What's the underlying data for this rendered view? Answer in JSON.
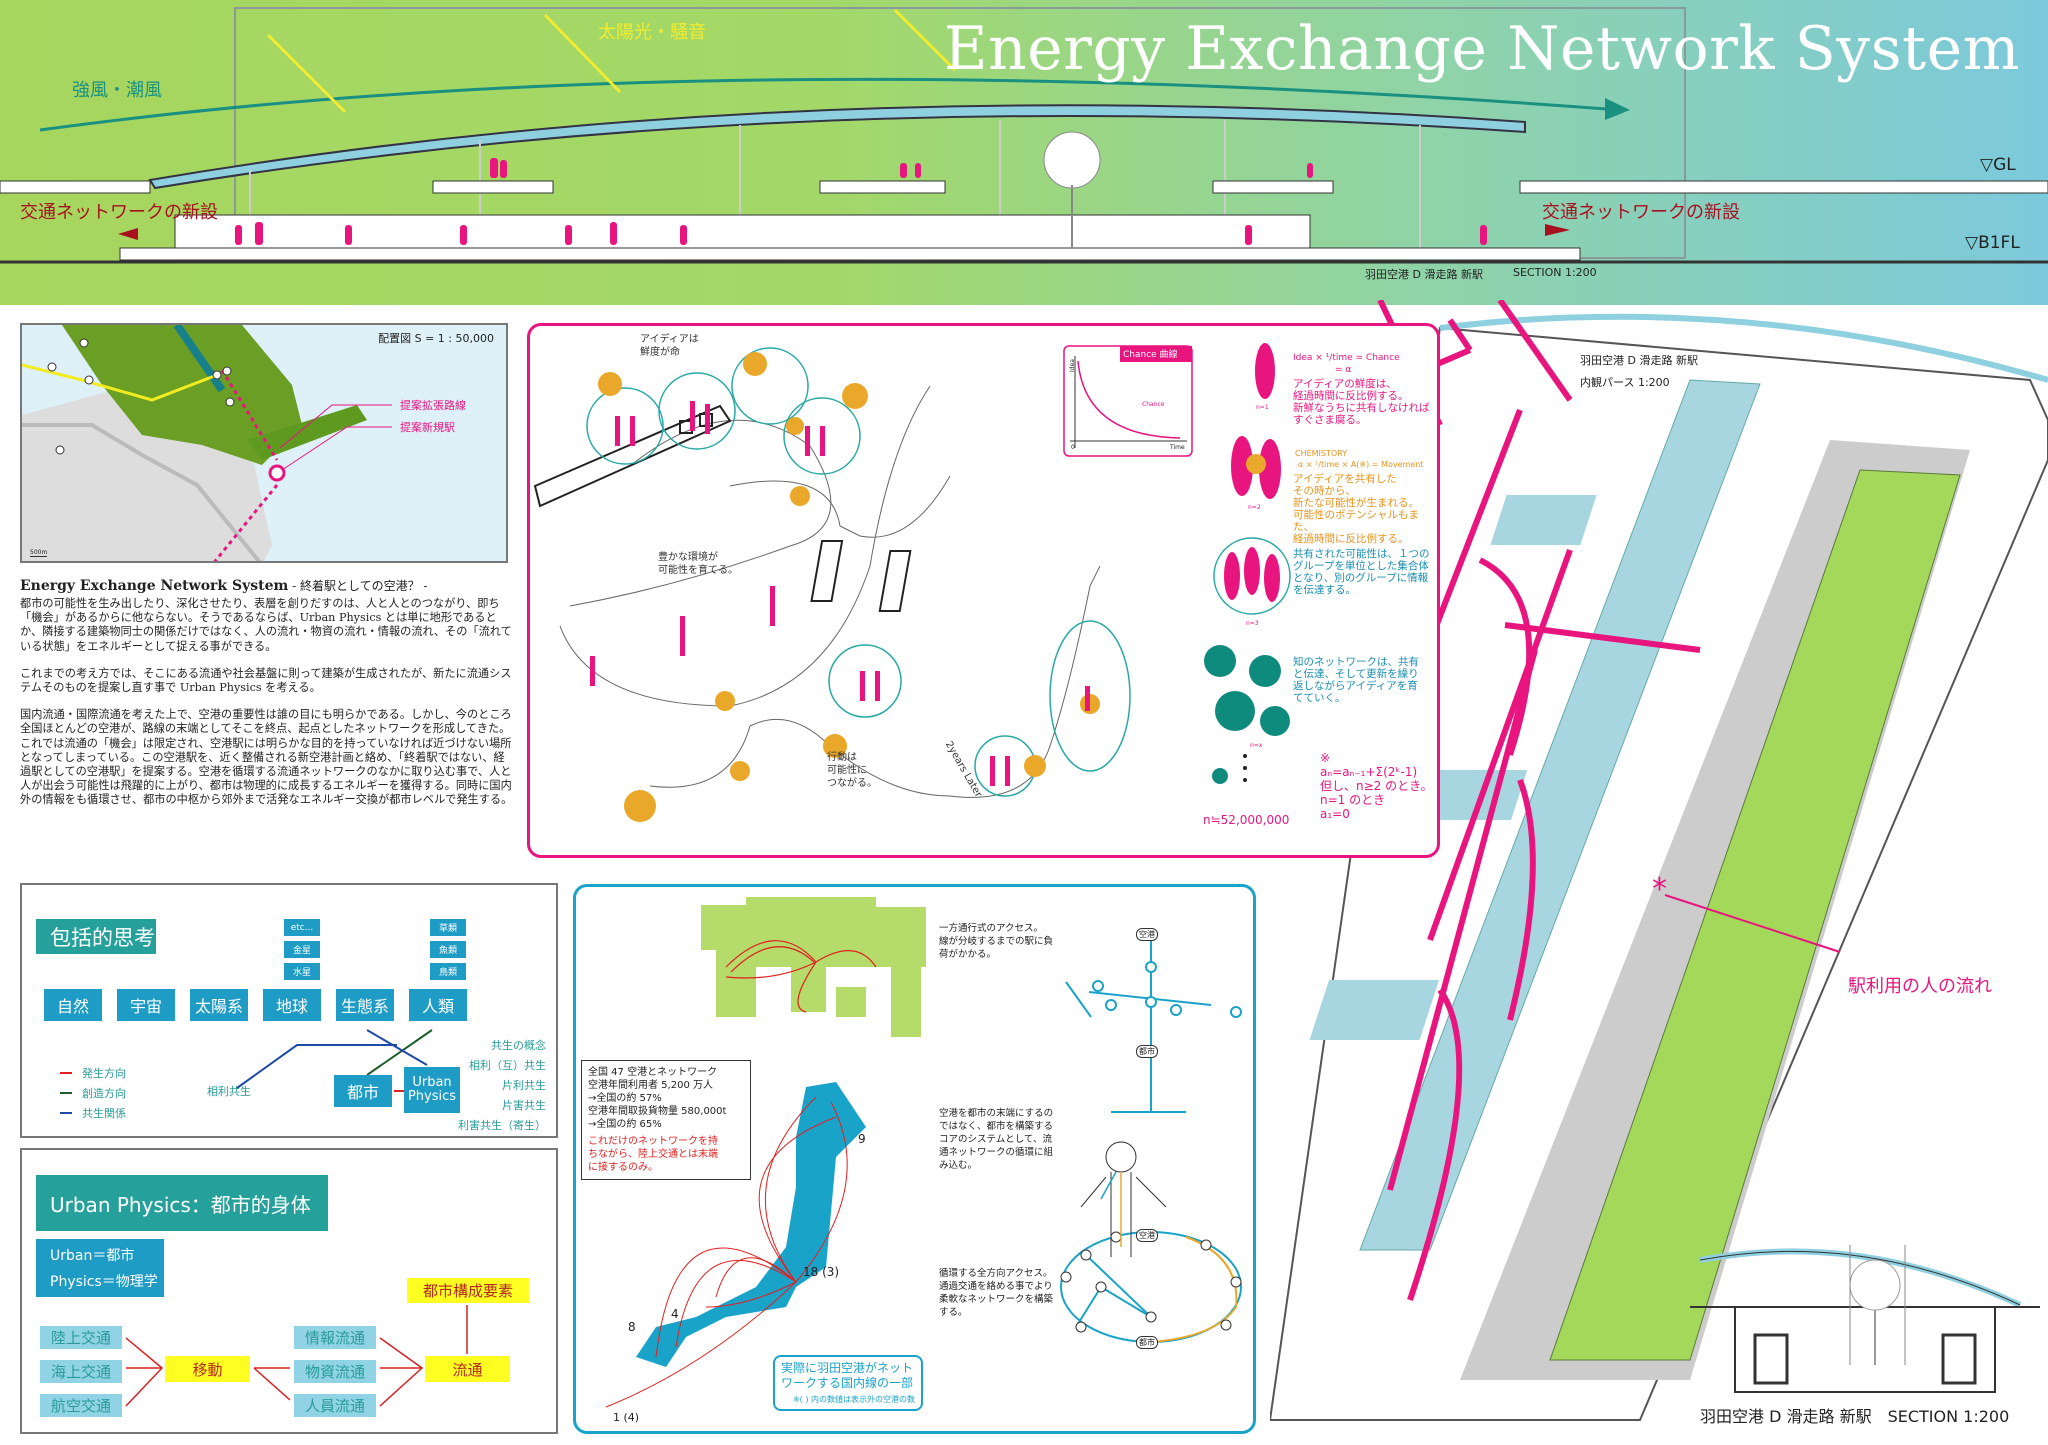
{
  "banner": {
    "title": "Energy Exchange Network System",
    "wind_label": "強風・潮風",
    "sun_label": "太陽光・騒音",
    "network_left": "交通ネットワークの新設",
    "network_right": "交通ネットワークの新設",
    "gl_label": "▽GL",
    "b1fl_label": "▽B1FL",
    "caption_name": "羽田空港 D 滑走路 新駅",
    "caption_scale": "SECTION 1:200",
    "colors": {
      "left": "#a6d65e",
      "right": "#7cc9dc",
      "figure": "#e8157f"
    }
  },
  "sitemap": {
    "title": "配置図  S = 1 : 50,000",
    "label_extension": "提案拡張路線",
    "label_station": "提案新規駅",
    "scale_bar": "500m"
  },
  "essay": {
    "title": "Energy Exchange Network System",
    "subtitle": " - 終着駅としての空港？ -",
    "paragraphs": [
      "都市の可能性を生み出したり、深化させたり、表層を創りだすのは、人と人とのつながり、即ち「機会」があるからに他ならない。そうであるならば、Urban Physics とは単に地形であるとか、隣接する建築物同士の関係だけではなく、人の流れ・物資の流れ・情報の流れ、その「流れている状態」をエネルギーとして捉える事ができる。",
      "これまでの考え方では、そこにある流通や社会基盤に則って建築が生成されたが、新たに流通システムそのものを提案し直す事で Urban Physics を考える。",
      "国内流通・国際流通を考えた上で、空港の重要性は誰の目にも明らかである。しかし、今のところ全国ほとんどの空港が、路線の末端としてそこを終点、起点としたネットワークを形成してきた。これでは流通の「機会」は限定され、空港駅には明らかな目的を持っていなければ近づけない場所となってしまっている。この空港駅を、近く整備される新空港計画と絡め、「終着駅ではない、経過駅としての空港駅」を提案する。空港を循環する流通ネットワークのなかに取り込む事で、人と人が出会う可能性は飛躍的に上がり、都市は物理的に成長するエネルギーを獲得する。同時に国内外の情報をも循環させ、都市の中枢から郊外まで活発なエネルギー交換が都市レベルで発生する。"
    ]
  },
  "think": {
    "title": "包括的思考",
    "chain": [
      "自然",
      "宇宙",
      "太陽系",
      "地球",
      "生態系",
      "人類"
    ],
    "earth_stack": [
      "etc...",
      "金星",
      "水星"
    ],
    "human_stack": [
      "草類",
      "魚類",
      "鳥類"
    ],
    "legend": [
      "発生方向",
      "創造方向",
      "共生関係"
    ],
    "mutual_label": "相利共生",
    "city": "都市",
    "urban_physics": "Urban Physics",
    "symbiosis": [
      "共生の概念",
      "相利（互）共生",
      "片利共生",
      "片害共生",
      "利害共生（寄生）"
    ]
  },
  "urban": {
    "title": "Urban Physics：都市的身体",
    "def1": "Urban＝都市",
    "def2": "Physics＝物理学",
    "transport": [
      "陸上交通",
      "海上交通",
      "航空交通"
    ],
    "move": "移動",
    "flows": [
      "情報流通",
      "物資流通",
      "人員流通"
    ],
    "circulation": "流通",
    "element": "都市構成要素"
  },
  "pink": {
    "sketch_1": [
      "アイディアは",
      "鮮度が命"
    ],
    "sketch_2": [
      "豊かな環境が",
      "可能性を育てる。"
    ],
    "sketch_3": [
      "行動は",
      "可能性に",
      "つながる。"
    ],
    "two_years": "2years Later",
    "chance_title": "Chance 曲線",
    "chance_y": "Idea",
    "chance_curve": "Chance",
    "chance_zero": "0",
    "chance_x": "Time",
    "f1": "Idea × ¹/time = Chance",
    "f1b": "= α",
    "t1": [
      "アイディアの鮮度は、",
      "経過時間に反比例する。",
      "新鮮なうちに共有しなければ",
      "すぐさま腐る。"
    ],
    "n1": "n=1",
    "chem": "CHEMISTORY",
    "f2": "α × ¹/time × A(※) = Movement",
    "t2": [
      "アイディアを共有した",
      "その時から、",
      "新たな可能性が生まれる。",
      "可能性のポテンシャルもまた、",
      "経過時間に反比例する。"
    ],
    "n2": "n=2",
    "t3": [
      "共有された可能性は、１つの",
      "グループを単位とした集合体",
      "となり、別のグループに情報",
      "を伝達する。"
    ],
    "n3": "n=3",
    "t4": [
      "知のネットワークは、共有",
      "と伝達、そして更新を繰り",
      "返しながらアイディアを育",
      "てていく。"
    ],
    "nx": "n=x",
    "note_mark": "※",
    "note_formula": "aₙ=aₙ₋₁+Σ(2ᵏ-1)",
    "note_cond1": "但し、n≥2 のとき。",
    "note_cond2": "n=1 のとき",
    "note_cond3": "a₁=0",
    "n_total": "n≒52,000,000"
  },
  "blue": {
    "oneway": [
      "一方通行式のアクセス。",
      "線が分岐するまでの駅に負",
      "荷がかかる。"
    ],
    "airport": "空港",
    "city": "都市",
    "stats": [
      "全国 47 空港とネットワーク",
      "空港年間利用者 5,200 万人",
      "→全国の約 57%",
      "空港年間取扱貨物量 580,000t",
      "→全国の約 65%"
    ],
    "stats_red": [
      "これだけのネットワークを持",
      "ちながら、陸上交通とは末端",
      "に接するのみ。"
    ],
    "core": [
      "空港を都市の末端にするの",
      "ではなく、都市を構築する",
      "コアのシステムとして、流",
      "通ネットワークの循環に組",
      "み込む。"
    ],
    "loop": [
      "循環する全方向アクセス。",
      "通過交通を絡める事でより",
      "柔軟なネットワークを構築",
      "する。"
    ],
    "counts": {
      "hub": "18 (3)",
      "north": "9",
      "west": "4",
      "kyushu": "8",
      "okinawa": "1 (4)"
    },
    "callout": [
      "実際に羽田空港がネット",
      "ワークする国内線の一部"
    ],
    "callout_note": "※( ) 内の数値は表示外の空港の数"
  },
  "perspective": {
    "name": "羽田空港 D 滑走路 新駅",
    "scale": "内観パース 1:200",
    "flow_label": "駅利用の人の流れ",
    "flow_mark": "*",
    "section_caption": "羽田空港 D 滑走路 新駅　SECTION 1:200"
  }
}
